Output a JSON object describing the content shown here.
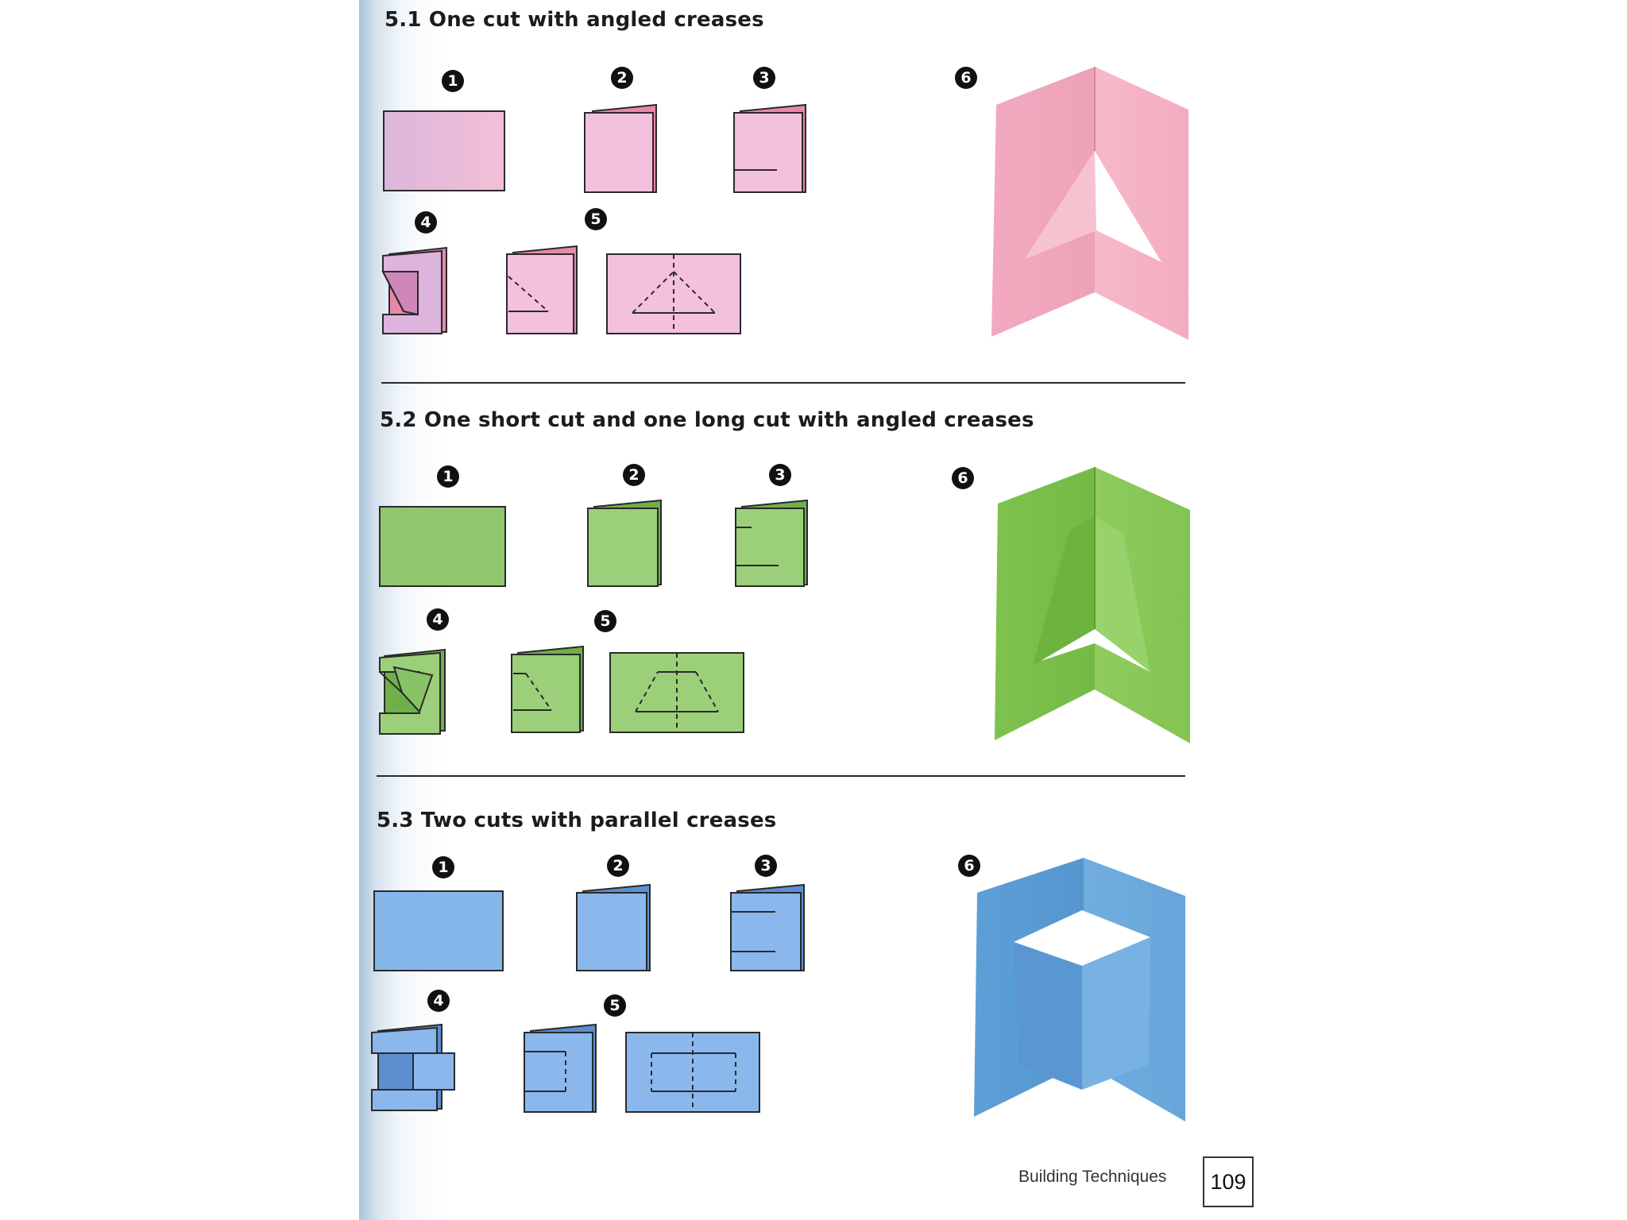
{
  "sections": [
    {
      "heading": "5.1 One cut with angled creases",
      "color": "#efb3cc",
      "steps": [
        "1",
        "2",
        "3",
        "4",
        "5",
        "6"
      ]
    },
    {
      "heading": "5.2 One short cut and one long cut with angled creases",
      "color": "#8fc871",
      "steps": [
        "1",
        "2",
        "3",
        "4",
        "5",
        "6"
      ]
    },
    {
      "heading": "5.3 Two cuts with parallel creases",
      "color": "#7aaee0",
      "steps": [
        "1",
        "2",
        "3",
        "4",
        "5",
        "6"
      ]
    }
  ],
  "footer": {
    "section_label": "Building Techniques",
    "page_number": "109"
  }
}
